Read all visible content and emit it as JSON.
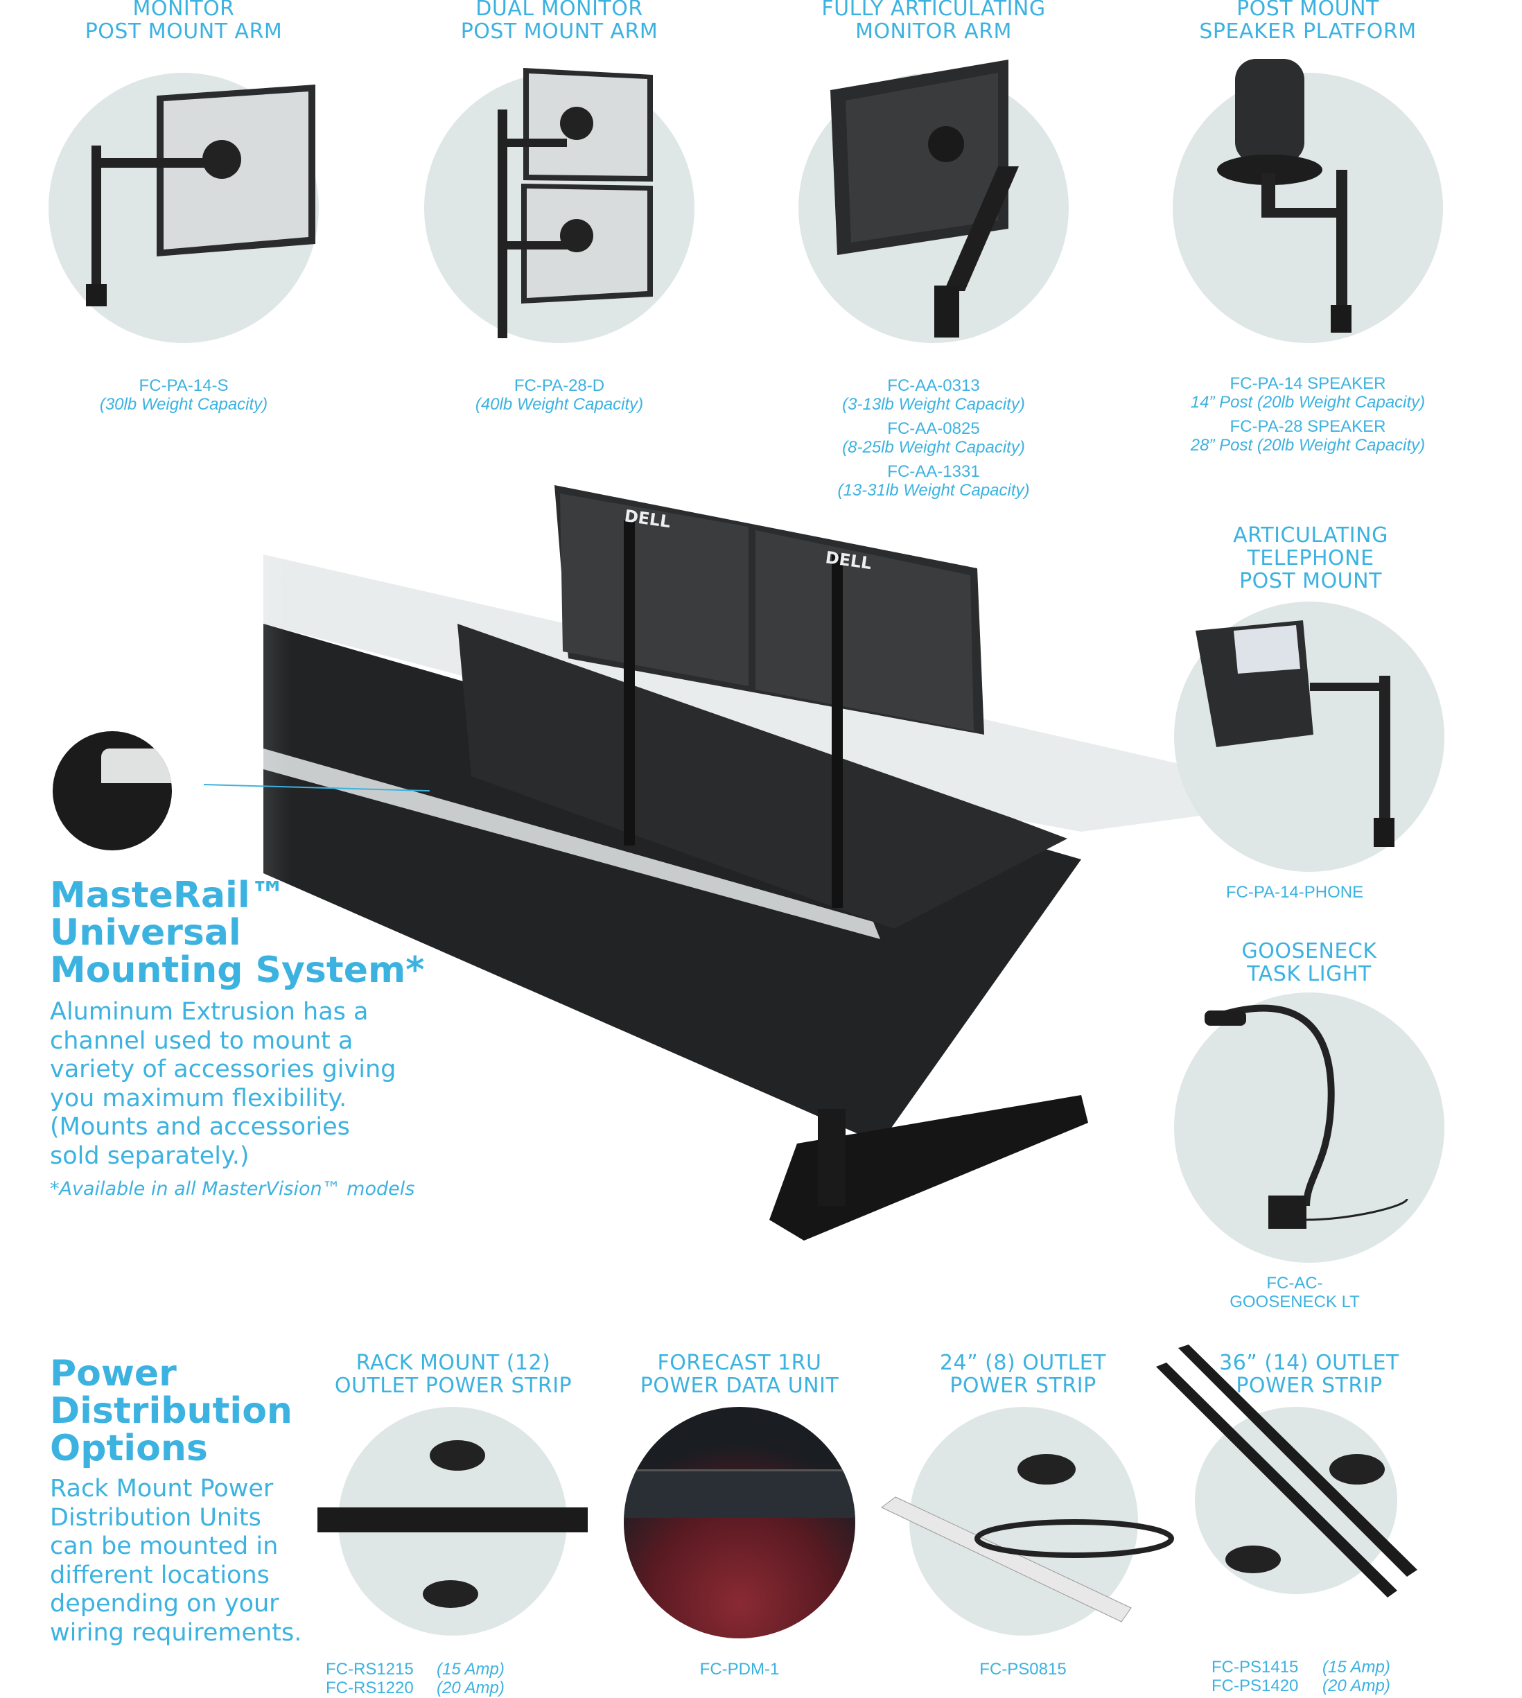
{
  "colors": {
    "accent": "#3cb2e0",
    "circle": "#dfe6e6",
    "product": "#1e1f20"
  },
  "top": [
    {
      "title1": "MONITOR",
      "title2": "POST MOUNT ARM",
      "codes": [
        {
          "code": "FC-PA-14-S",
          "cap": "(30lb Weight Capacity)"
        }
      ]
    },
    {
      "title1": "DUAL MONITOR",
      "title2": "POST MOUNT ARM",
      "codes": [
        {
          "code": "FC-PA-28-D",
          "cap": "(40lb Weight Capacity)"
        }
      ]
    },
    {
      "title1": "FULLY ARTICULATING",
      "title2": "MONITOR ARM",
      "codes": [
        {
          "code": "FC-AA-0313",
          "cap": "(3-13lb Weight Capacity)"
        },
        {
          "code": "FC-AA-0825",
          "cap": "(8-25lb Weight Capacity)"
        },
        {
          "code": "FC-AA-1331",
          "cap": "(13-31lb Weight Capacity)"
        }
      ]
    },
    {
      "title1": "POST MOUNT",
      "title2": "SPEAKER PLATFORM",
      "codes": [
        {
          "code": "FC-PA-14 SPEAKER",
          "cap": "14” Post (20lb Weight Capacity)"
        },
        {
          "code": "FC-PA-28 SPEAKER",
          "cap": "28” Post (20lb Weight Capacity)"
        }
      ]
    }
  ],
  "phone": {
    "title1": "ARTICULATING",
    "title2": "TELEPHONE",
    "title3": "POST MOUNT",
    "code": "FC-PA-14-PHONE"
  },
  "gooseneck": {
    "title1": "GOOSENECK",
    "title2": "TASK LIGHT",
    "code1": "FC-AC-",
    "code2": "GOOSENECK LT"
  },
  "desk": {
    "brand": "DELL"
  },
  "masterail": {
    "head1": "MasteRail™",
    "head2": "Universal",
    "head3": "Mounting System*",
    "body": [
      "Aluminum Extrusion has a",
      "channel used to mount a",
      "variety of accessories giving",
      "you maximum flexibility.",
      "(Mounts and accessories",
      "sold separately.)"
    ],
    "note": "*Available in all MasterVision™ models"
  },
  "power": {
    "head1": "Power",
    "head2": "Distribution",
    "head3": "Options",
    "body": [
      "Rack Mount Power",
      "Distribution Units",
      "can be mounted in",
      "different locations",
      "depending on your",
      "wiring requirements."
    ]
  },
  "bottom": [
    {
      "title1": "RACK MOUNT (12)",
      "title2": "OUTLET POWER STRIP",
      "codes": [
        {
          "code": "FC-RS1215",
          "cap": "(15 Amp)"
        },
        {
          "code": "FC-RS1220",
          "cap": "(20 Amp)"
        }
      ]
    },
    {
      "title1": "FORECAST 1RU",
      "title2": "POWER DATA UNIT",
      "codes": [
        {
          "code": "FC-PDM-1",
          "cap": ""
        }
      ]
    },
    {
      "title1": "24” (8) OUTLET",
      "title2": "POWER STRIP",
      "codes": [
        {
          "code": "FC-PS0815",
          "cap": ""
        }
      ]
    },
    {
      "title1": "36” (14) OUTLET",
      "title2": "POWER STRIP",
      "codes": [
        {
          "code": "FC-PS1415",
          "cap": "(15 Amp)"
        },
        {
          "code": "FC-PS1420",
          "cap": "(20 Amp)"
        }
      ]
    }
  ]
}
